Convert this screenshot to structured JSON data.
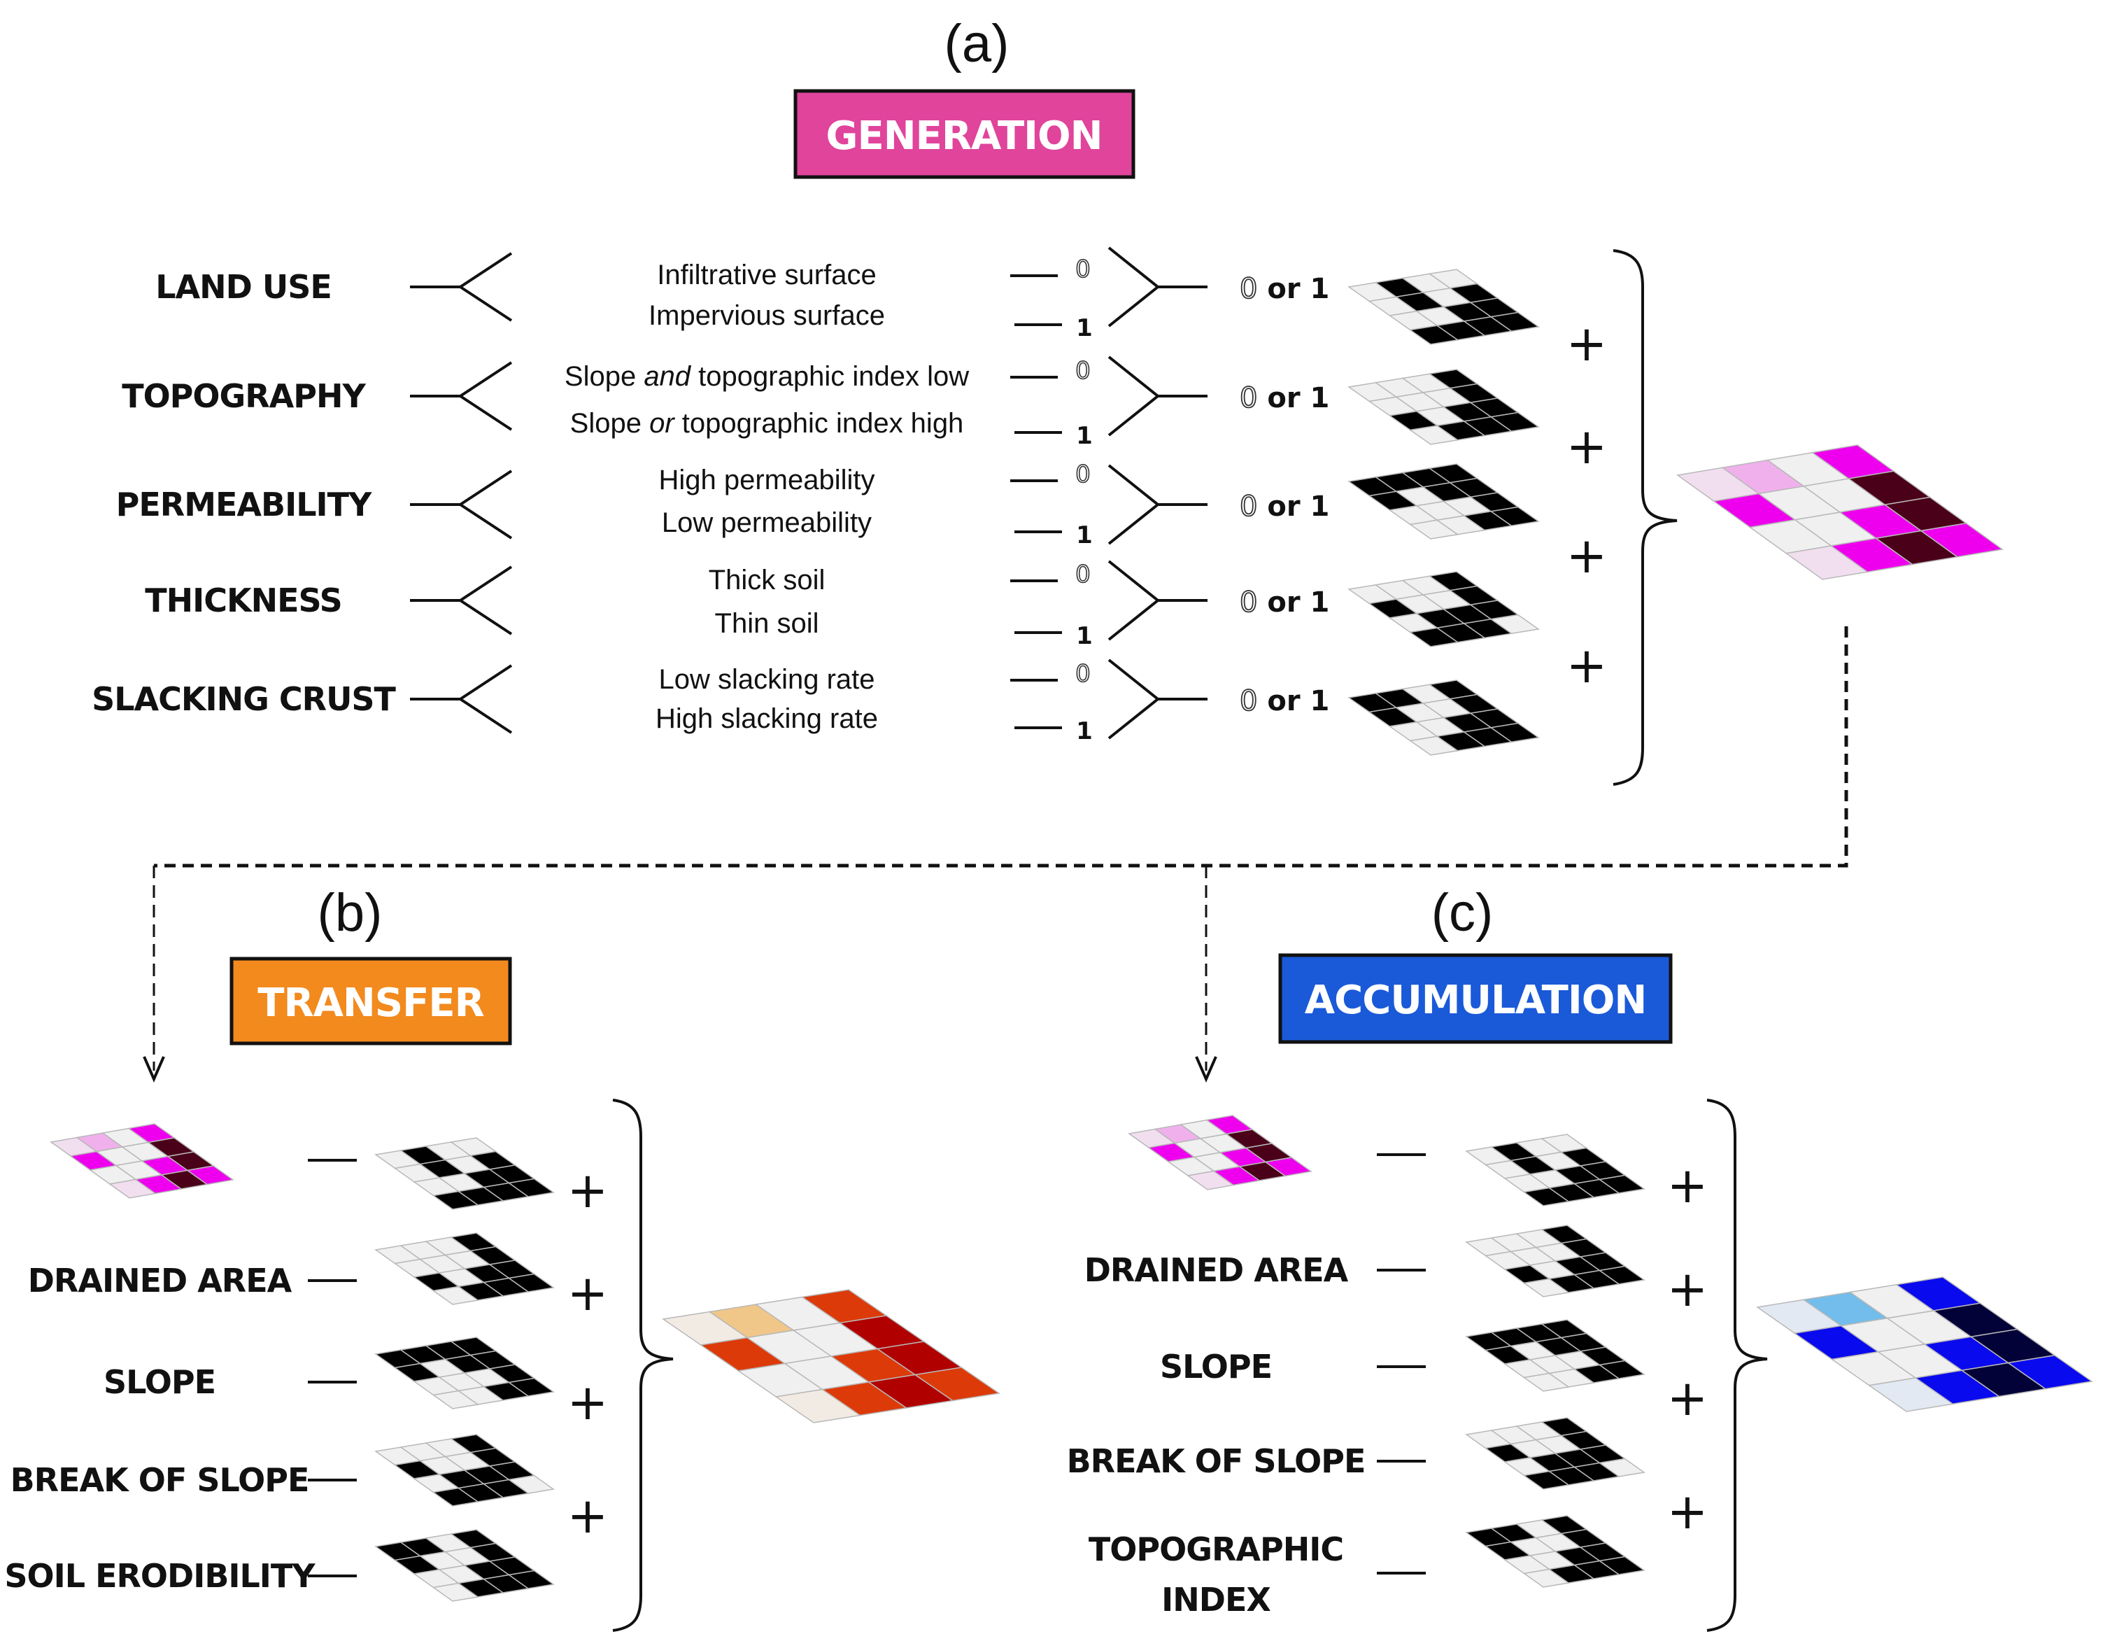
{
  "panels": {
    "a": {
      "tag": "(a)",
      "title": "GENERATION",
      "color": "#e0449b"
    },
    "b": {
      "tag": "(b)",
      "title": "TRANSFER",
      "color": "#f28a1e"
    },
    "c": {
      "tag": "(c)",
      "title": "ACCUMULATION",
      "color": "#1a5ad8"
    }
  },
  "generation": {
    "factors": [
      {
        "label": "LAND USE",
        "option0": "Infiltrative surface",
        "option1": "Impervious surface",
        "bit0": "0",
        "bit1": "1",
        "result": {
          "zero": "0",
          "rest": " or 1"
        },
        "grid": "landuse"
      },
      {
        "label": "TOPOGRAPHY",
        "option0_parts": [
          "Slope ",
          "and",
          " topographic index low"
        ],
        "option1_parts": [
          "Slope ",
          "or",
          " topographic index high"
        ],
        "bit0": "0",
        "bit1": "1",
        "result": {
          "zero": "0",
          "rest": " or 1"
        },
        "grid": "topography"
      },
      {
        "label": "PERMEABILITY",
        "option0": "High permeability",
        "option1": "Low permeability",
        "bit0": "0",
        "bit1": "1",
        "result": {
          "zero": "0",
          "rest": " or 1"
        },
        "grid": "permeability"
      },
      {
        "label": "THICKNESS",
        "option0": "Thick soil",
        "option1": "Thin soil",
        "bit0": "0",
        "bit1": "1",
        "result": {
          "zero": "0",
          "rest": " or 1"
        },
        "grid": "thickness"
      },
      {
        "label": "SLACKING CRUST",
        "option0": "Low slacking rate",
        "option1": "High slacking rate",
        "bit0": "0",
        "bit1": "1",
        "result": {
          "zero": "0",
          "rest": " or 1"
        },
        "grid": "slacking"
      }
    ],
    "plus": "+"
  },
  "transfer": {
    "factors": [
      {
        "label": "",
        "grid": "landuse"
      },
      {
        "label": "DRAINED AREA",
        "grid": "topography"
      },
      {
        "label": "SLOPE",
        "grid": "permeability"
      },
      {
        "label": "BREAK OF SLOPE",
        "grid": "thickness"
      },
      {
        "label": "SOIL ERODIBILITY",
        "grid": "slacking"
      }
    ],
    "plus": "+"
  },
  "accumulation": {
    "factors": [
      {
        "label": "",
        "grid": "landuse"
      },
      {
        "label": "DRAINED AREA",
        "grid": "topography"
      },
      {
        "label": "SLOPE",
        "grid": "permeability"
      },
      {
        "label": "BREAK OF SLOPE",
        "grid": "thickness"
      },
      {
        "label_lines": [
          "TOPOGRAPHIC",
          "INDEX"
        ],
        "grid": "slacking"
      }
    ],
    "plus": "+"
  },
  "binary_grids": {
    "landuse": [
      [
        0,
        1,
        0,
        0
      ],
      [
        0,
        1,
        0,
        1
      ],
      [
        0,
        0,
        1,
        1
      ],
      [
        1,
        1,
        1,
        1
      ]
    ],
    "topography": [
      [
        0,
        0,
        0,
        1
      ],
      [
        0,
        0,
        0,
        1
      ],
      [
        1,
        0,
        1,
        1
      ],
      [
        0,
        1,
        1,
        1
      ]
    ],
    "permeability": [
      [
        1,
        1,
        1,
        1
      ],
      [
        1,
        0,
        1,
        1
      ],
      [
        0,
        0,
        0,
        1
      ],
      [
        0,
        0,
        1,
        1
      ]
    ],
    "thickness": [
      [
        0,
        0,
        0,
        1
      ],
      [
        1,
        0,
        0,
        1
      ],
      [
        0,
        1,
        1,
        1
      ],
      [
        1,
        1,
        1,
        0
      ]
    ],
    "slacking": [
      [
        1,
        1,
        0,
        1
      ],
      [
        1,
        0,
        0,
        1
      ],
      [
        0,
        0,
        1,
        1
      ],
      [
        0,
        1,
        1,
        1
      ]
    ]
  },
  "binary_colors": {
    "0": "#f0f0f0",
    "1": "#000000"
  },
  "class_grid": [
    [
      1,
      2,
      0,
      3
    ],
    [
      3,
      0,
      0,
      4
    ],
    [
      0,
      0,
      3,
      4
    ],
    [
      1,
      3,
      4,
      3
    ]
  ],
  "palettes": {
    "generation": [
      "#f0f0f0",
      "#f1dff0",
      "#f0b0ec",
      "#ee00ee",
      "#4a0018"
    ],
    "transfer": [
      "#f0f0f0",
      "#f2ebe4",
      "#f0c788",
      "#dd3a0a",
      "#b00000"
    ],
    "accumulation": [
      "#f0f0f0",
      "#e2e9f2",
      "#72bdeb",
      "#0a0aee",
      "#020138"
    ]
  }
}
